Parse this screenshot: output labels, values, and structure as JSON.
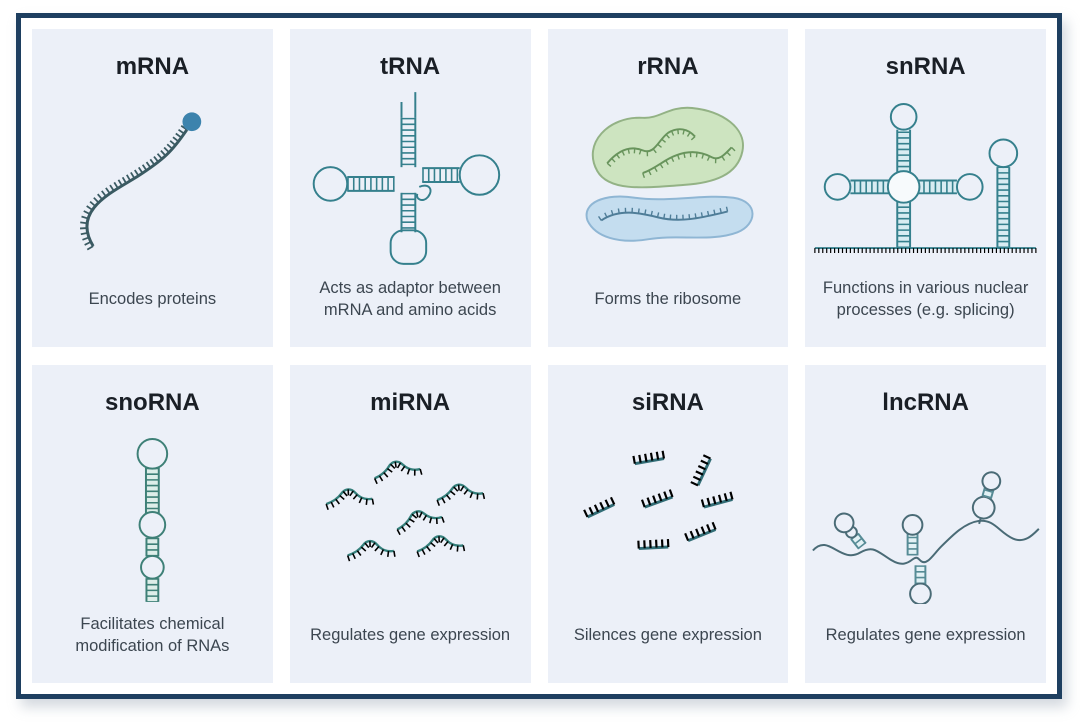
{
  "cards": [
    {
      "id": "mrna",
      "title": "mRNA",
      "description": "Encodes proteins",
      "illustration": "single-stranded-mrna-with-5cap"
    },
    {
      "id": "trna",
      "title": "tRNA",
      "description": "Acts as adaptor between mRNA and amino acids",
      "illustration": "trna-cloverleaf"
    },
    {
      "id": "rrna",
      "title": "rRNA",
      "description": "Forms the ribosome",
      "illustration": "ribosome-large-and-small-subunits"
    },
    {
      "id": "snrna",
      "title": "snRNA",
      "description": "Functions in various nuclear processes (e.g. splicing)",
      "illustration": "snrna-stem-loops-on-strand"
    },
    {
      "id": "snorna",
      "title": "snoRNA",
      "description": "Facilitates chemical modification of RNAs",
      "illustration": "snorna-hairpin-with-bulges"
    },
    {
      "id": "mirna",
      "title": "miRNA",
      "description": "Regulates gene expression",
      "illustration": "mirna-short-fragments"
    },
    {
      "id": "sirna",
      "title": "siRNA",
      "description": "Silences gene expression",
      "illustration": "sirna-short-duplex-fragments"
    },
    {
      "id": "lncrna",
      "title": "lncRNA",
      "description": "Regulates gene expression",
      "illustration": "lncrna-long-strand-with-hairpins"
    }
  ],
  "colors": {
    "frame_border": "#1e3f60",
    "card_background": "#ecf0f8",
    "title_text": "#1a1f26",
    "description_text": "#3c4650",
    "teal_stroke": "#35808d",
    "mrna_strand": "#3a5a62",
    "mrna_cap": "#3c83ad",
    "ribosome_large_fill": "#cde4c0",
    "ribosome_large_stroke": "#93b285",
    "ribosome_small_fill": "#c4ddef",
    "ribosome_small_stroke": "#8fb6d4",
    "snorna_stroke": "#3e8077",
    "sirna_stroke": "#316d76",
    "lncrna_stroke": "#4a6b76"
  }
}
